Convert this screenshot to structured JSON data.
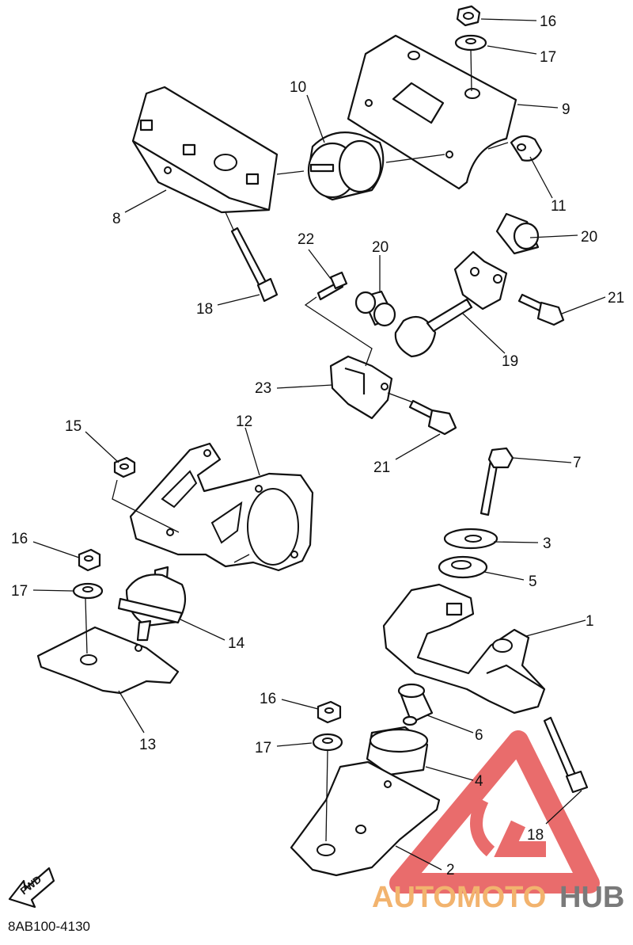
{
  "diagram": {
    "caption": "8AB100-4130",
    "fwd_label": "FWD",
    "watermark": {
      "text_part1": "AUTOMOTO",
      "text_part2": "HUB",
      "color_part1": "#f2b36e",
      "color_part2": "#7a7a7a",
      "logo_color": "#e23b3b"
    },
    "callouts": {
      "c16a": "16",
      "c17a": "17",
      "c9": "9",
      "c10": "10",
      "c11": "11",
      "c8": "8",
      "c20a": "20",
      "c20b": "20",
      "c22": "22",
      "c21a": "21",
      "c18a": "18",
      "c19": "19",
      "c23": "23",
      "c21b": "21",
      "c15": "15",
      "c12": "12",
      "c7": "7",
      "c16b": "16",
      "c3": "3",
      "c17b": "17",
      "c5": "5",
      "c14": "14",
      "c1": "1",
      "c16c": "16",
      "c6": "6",
      "c13": "13",
      "c17c": "17",
      "c4": "4",
      "c18b": "18",
      "c2": "2"
    }
  }
}
